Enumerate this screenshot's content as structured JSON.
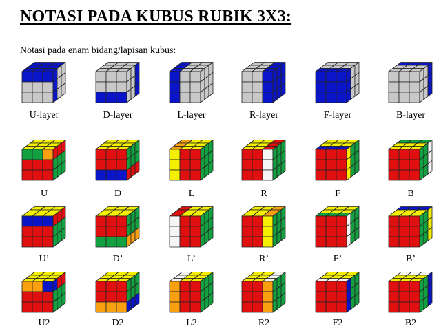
{
  "title": "NOTASI PADA KUBUS RUBIK 3X3:",
  "subtitle": "Notasi pada enam bidang/lapisan kubus:",
  "palette": {
    "W": "#f5f5f5",
    "G": "#c8c8c8",
    "B": "#0a14c8",
    "Y": "#f5f000",
    "R": "#e01010",
    "Gn": "#12a040",
    "O": "#f8a010",
    "K": "#1a1a1a"
  },
  "rows": [
    [
      {
        "label": "U-layer",
        "top": [
          "B",
          "B",
          "B",
          "B",
          "B",
          "B",
          "B",
          "B",
          "B"
        ],
        "front": [
          "B",
          "B",
          "B",
          "G",
          "G",
          "G",
          "G",
          "G",
          "G"
        ],
        "right": [
          "B",
          "G",
          "G",
          "B",
          "G",
          "G",
          "B",
          "G",
          "G"
        ]
      },
      {
        "label": "D-layer",
        "top": [
          "G",
          "G",
          "G",
          "G",
          "G",
          "G",
          "G",
          "G",
          "G"
        ],
        "front": [
          "G",
          "G",
          "G",
          "G",
          "G",
          "G",
          "B",
          "B",
          "B"
        ],
        "right": [
          "G",
          "G",
          "B",
          "G",
          "G",
          "B",
          "G",
          "G",
          "B"
        ]
      },
      {
        "label": "L-layer",
        "top": [
          "B",
          "G",
          "G",
          "B",
          "G",
          "G",
          "B",
          "G",
          "G"
        ],
        "front": [
          "B",
          "G",
          "G",
          "B",
          "G",
          "G",
          "B",
          "G",
          "G"
        ],
        "right": [
          "G",
          "G",
          "G",
          "G",
          "G",
          "G",
          "G",
          "G",
          "G"
        ]
      },
      {
        "label": "R-layer",
        "top": [
          "G",
          "G",
          "B",
          "G",
          "G",
          "B",
          "G",
          "G",
          "B"
        ],
        "front": [
          "G",
          "G",
          "B",
          "G",
          "G",
          "B",
          "G",
          "G",
          "B"
        ],
        "right": [
          "B",
          "B",
          "B",
          "B",
          "B",
          "B",
          "B",
          "B",
          "B"
        ]
      },
      {
        "label": "F-layer",
        "top": [
          "G",
          "G",
          "G",
          "G",
          "G",
          "G",
          "B",
          "B",
          "B"
        ],
        "front": [
          "B",
          "B",
          "B",
          "B",
          "B",
          "B",
          "B",
          "B",
          "B"
        ],
        "right": [
          "B",
          "G",
          "G",
          "B",
          "G",
          "G",
          "B",
          "G",
          "G"
        ]
      },
      {
        "label": "B-layer",
        "top": [
          "B",
          "B",
          "B",
          "G",
          "G",
          "G",
          "G",
          "G",
          "G"
        ],
        "front": [
          "G",
          "G",
          "G",
          "G",
          "G",
          "G",
          "G",
          "G",
          "G"
        ],
        "right": [
          "G",
          "G",
          "B",
          "G",
          "G",
          "B",
          "G",
          "G",
          "B"
        ]
      }
    ],
    [
      {
        "label": "U",
        "top": [
          "Y",
          "Y",
          "Y",
          "Y",
          "Y",
          "Y",
          "Y",
          "Y",
          "Y"
        ],
        "front": [
          "Gn",
          "Gn",
          "O",
          "R",
          "R",
          "R",
          "R",
          "R",
          "R"
        ],
        "right": [
          "R",
          "R",
          "R",
          "Gn",
          "Gn",
          "Gn",
          "Gn",
          "Gn",
          "Gn"
        ]
      },
      {
        "label": "D",
        "top": [
          "Y",
          "Y",
          "Y",
          "Y",
          "Y",
          "Y",
          "Y",
          "Y",
          "Y"
        ],
        "front": [
          "R",
          "R",
          "R",
          "R",
          "R",
          "R",
          "B",
          "B",
          "B"
        ],
        "right": [
          "Gn",
          "Gn",
          "Gn",
          "Gn",
          "Gn",
          "Gn",
          "R",
          "R",
          "R"
        ]
      },
      {
        "label": "L",
        "top": [
          "O",
          "Y",
          "Y",
          "O",
          "Y",
          "Y",
          "O",
          "Y",
          "Y"
        ],
        "front": [
          "Y",
          "R",
          "R",
          "Y",
          "R",
          "R",
          "Y",
          "R",
          "R"
        ],
        "right": [
          "Gn",
          "Gn",
          "Gn",
          "Gn",
          "Gn",
          "Gn",
          "Gn",
          "Gn",
          "Gn"
        ]
      },
      {
        "label": "R",
        "top": [
          "Y",
          "Y",
          "R",
          "Y",
          "Y",
          "R",
          "Y",
          "Y",
          "R"
        ],
        "front": [
          "R",
          "R",
          "W",
          "R",
          "R",
          "W",
          "R",
          "R",
          "W"
        ],
        "right": [
          "Gn",
          "Gn",
          "Gn",
          "Gn",
          "Gn",
          "Gn",
          "Gn",
          "Gn",
          "Gn"
        ]
      },
      {
        "label": "F",
        "top": [
          "Y",
          "Y",
          "Y",
          "Y",
          "Y",
          "Y",
          "B",
          "B",
          "B"
        ],
        "front": [
          "R",
          "R",
          "R",
          "R",
          "R",
          "R",
          "R",
          "R",
          "R"
        ],
        "right": [
          "Y",
          "Gn",
          "Gn",
          "Y",
          "Gn",
          "Gn",
          "Y",
          "Gn",
          "Gn"
        ]
      },
      {
        "label": "B",
        "top": [
          "Gn",
          "Gn",
          "Gn",
          "Y",
          "Y",
          "Y",
          "Y",
          "Y",
          "Y"
        ],
        "front": [
          "R",
          "R",
          "R",
          "R",
          "R",
          "R",
          "R",
          "R",
          "R"
        ],
        "right": [
          "Gn",
          "Gn",
          "W",
          "Gn",
          "Gn",
          "W",
          "Gn",
          "Gn",
          "W"
        ]
      }
    ],
    [
      {
        "label": "U’",
        "top": [
          "Y",
          "Y",
          "Y",
          "Y",
          "Y",
          "Y",
          "Y",
          "Y",
          "Y"
        ],
        "front": [
          "B",
          "B",
          "B",
          "R",
          "R",
          "R",
          "R",
          "R",
          "R"
        ],
        "right": [
          "R",
          "R",
          "R",
          "Gn",
          "Gn",
          "Gn",
          "Gn",
          "Gn",
          "Gn"
        ]
      },
      {
        "label": "D’",
        "top": [
          "Y",
          "Y",
          "Y",
          "Y",
          "Y",
          "Y",
          "Y",
          "Y",
          "Y"
        ],
        "front": [
          "R",
          "R",
          "R",
          "R",
          "R",
          "R",
          "Gn",
          "Gn",
          "Gn"
        ],
        "right": [
          "Gn",
          "Gn",
          "Gn",
          "Gn",
          "Gn",
          "Gn",
          "O",
          "O",
          "O"
        ]
      },
      {
        "label": "L’",
        "top": [
          "R",
          "Y",
          "Y",
          "R",
          "Y",
          "Y",
          "R",
          "Y",
          "Y"
        ],
        "front": [
          "W",
          "R",
          "R",
          "W",
          "R",
          "R",
          "W",
          "R",
          "R"
        ],
        "right": [
          "Gn",
          "Gn",
          "Gn",
          "Gn",
          "Gn",
          "Gn",
          "Gn",
          "Gn",
          "Gn"
        ]
      },
      {
        "label": "R’",
        "top": [
          "Y",
          "Y",
          "O",
          "Y",
          "Y",
          "O",
          "Y",
          "Y",
          "O"
        ],
        "front": [
          "R",
          "R",
          "Y",
          "R",
          "R",
          "Y",
          "R",
          "R",
          "Y"
        ],
        "right": [
          "Gn",
          "Gn",
          "Gn",
          "Gn",
          "Gn",
          "Gn",
          "Gn",
          "Gn",
          "Gn"
        ]
      },
      {
        "label": "F’",
        "top": [
          "Y",
          "Y",
          "Y",
          "Y",
          "Y",
          "Y",
          "Gn",
          "Gn",
          "Gn"
        ],
        "front": [
          "R",
          "R",
          "R",
          "R",
          "R",
          "R",
          "R",
          "R",
          "R"
        ],
        "right": [
          "W",
          "Gn",
          "Gn",
          "W",
          "Gn",
          "Gn",
          "W",
          "Gn",
          "Gn"
        ]
      },
      {
        "label": "B’",
        "top": [
          "B",
          "B",
          "B",
          "Y",
          "Y",
          "Y",
          "Y",
          "Y",
          "Y"
        ],
        "front": [
          "R",
          "R",
          "R",
          "R",
          "R",
          "R",
          "R",
          "R",
          "R"
        ],
        "right": [
          "Gn",
          "Gn",
          "Y",
          "Gn",
          "Gn",
          "Y",
          "Gn",
          "Gn",
          "Y"
        ]
      }
    ],
    [
      {
        "label": "U2",
        "top": [
          "Y",
          "Y",
          "Y",
          "Y",
          "Y",
          "Y",
          "Y",
          "Y",
          "Y"
        ],
        "front": [
          "O",
          "O",
          "B",
          "R",
          "R",
          "R",
          "R",
          "R",
          "R"
        ],
        "right": [
          "B",
          "R",
          "R",
          "Gn",
          "Gn",
          "Gn",
          "Gn",
          "Gn",
          "Gn"
        ]
      },
      {
        "label": "D2",
        "top": [
          "Y",
          "Y",
          "Y",
          "Y",
          "Y",
          "Y",
          "Y",
          "Y",
          "Y"
        ],
        "front": [
          "R",
          "R",
          "R",
          "R",
          "R",
          "R",
          "O",
          "O",
          "O"
        ],
        "right": [
          "Gn",
          "Gn",
          "Gn",
          "Gn",
          "Gn",
          "Gn",
          "B",
          "B",
          "B"
        ]
      },
      {
        "label": "L2",
        "top": [
          "W",
          "Y",
          "Y",
          "W",
          "Y",
          "Y",
          "W",
          "Y",
          "Y"
        ],
        "front": [
          "O",
          "R",
          "R",
          "O",
          "R",
          "R",
          "O",
          "R",
          "R"
        ],
        "right": [
          "Gn",
          "Gn",
          "Gn",
          "Gn",
          "Gn",
          "Gn",
          "Gn",
          "Gn",
          "Gn"
        ]
      },
      {
        "label": "R2",
        "top": [
          "Y",
          "Y",
          "W",
          "Y",
          "Y",
          "W",
          "Y",
          "Y",
          "W"
        ],
        "front": [
          "R",
          "R",
          "O",
          "R",
          "R",
          "O",
          "R",
          "R",
          "O"
        ],
        "right": [
          "Gn",
          "Gn",
          "Gn",
          "Gn",
          "Gn",
          "Gn",
          "Gn",
          "Gn",
          "Gn"
        ]
      },
      {
        "label": "F2",
        "top": [
          "Y",
          "Y",
          "Y",
          "Y",
          "Y",
          "Y",
          "W",
          "W",
          "W"
        ],
        "front": [
          "R",
          "R",
          "R",
          "R",
          "R",
          "R",
          "R",
          "R",
          "R"
        ],
        "right": [
          "B",
          "Gn",
          "Gn",
          "B",
          "Gn",
          "Gn",
          "B",
          "Gn",
          "Gn"
        ]
      },
      {
        "label": "B2",
        "top": [
          "W",
          "W",
          "W",
          "Y",
          "Y",
          "Y",
          "Y",
          "Y",
          "Y"
        ],
        "front": [
          "R",
          "R",
          "R",
          "R",
          "R",
          "R",
          "R",
          "R",
          "R"
        ],
        "right": [
          "Gn",
          "Gn",
          "B",
          "Gn",
          "Gn",
          "B",
          "Gn",
          "Gn",
          "B"
        ]
      }
    ]
  ]
}
